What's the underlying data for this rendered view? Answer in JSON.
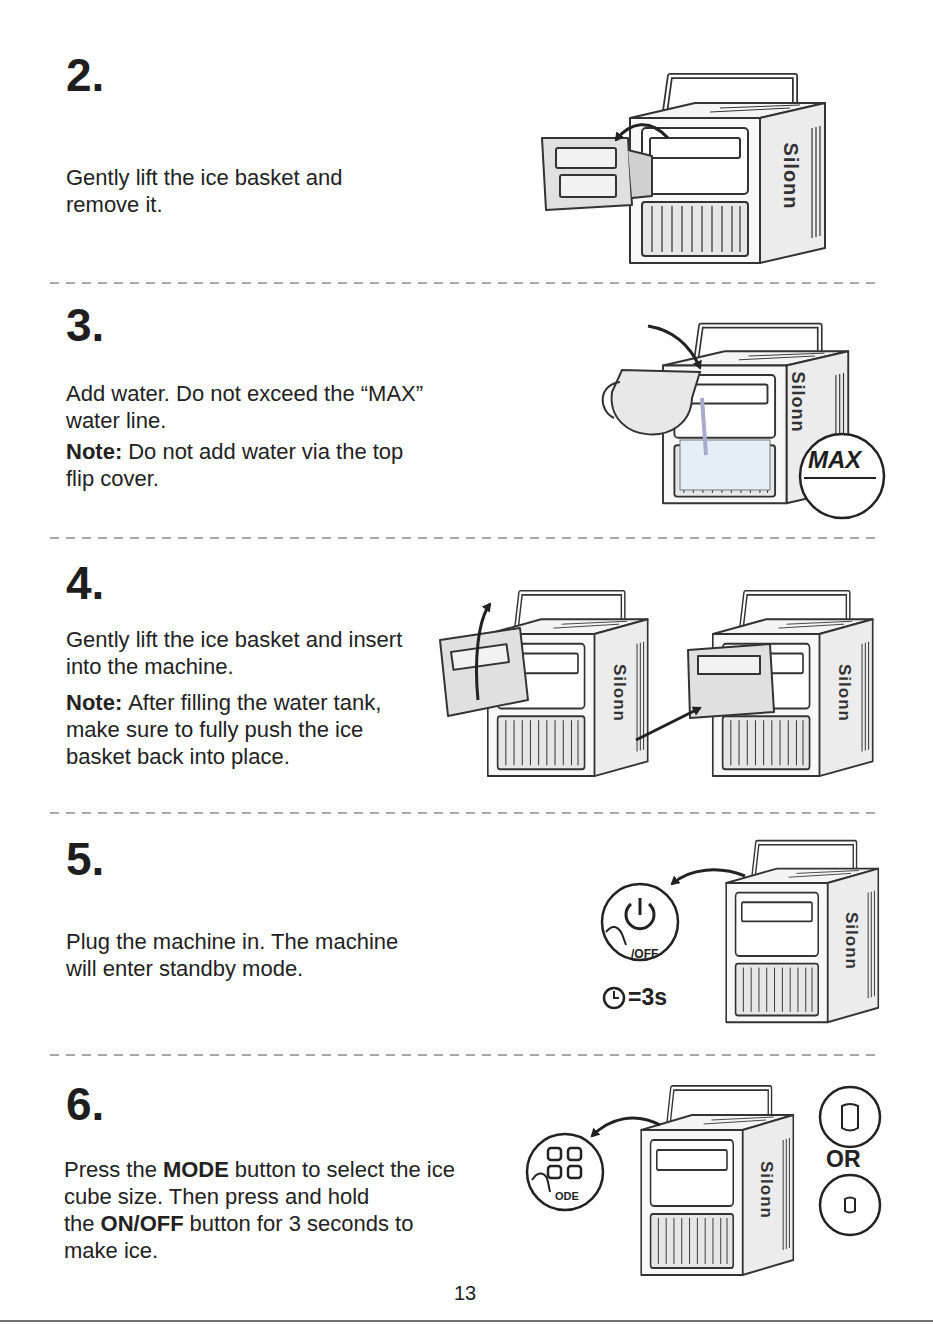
{
  "diagram": {
    "labels": [
      "2.",
      "Gently lift the ice basket and remove it.",
      "3.",
      "Add water. Do not exceed the “MAX” water line.",
      "Note:",
      "Do not add water via the top flip cover.",
      "MAX",
      "4.",
      "Gently lift the ice basket and insert into the machine.",
      "Note:",
      "After filling the water tank, make sure to fully push the ice basket back into place.",
      "5.",
      "Plug the machine in. The machine will enter standby mode.",
      "/OFF",
      "=3s",
      "6.",
      "Press the",
      "MODE",
      "button to select the ice cube size. Then press and hold the",
      "ON/OFF",
      "button for 3 seconds to make ice.",
      "ODE",
      "OR",
      "13",
      "Silonn",
      "Silonn",
      "Silonn",
      "Silonn",
      "Silonn",
      "Silonn"
    ]
  }
}
